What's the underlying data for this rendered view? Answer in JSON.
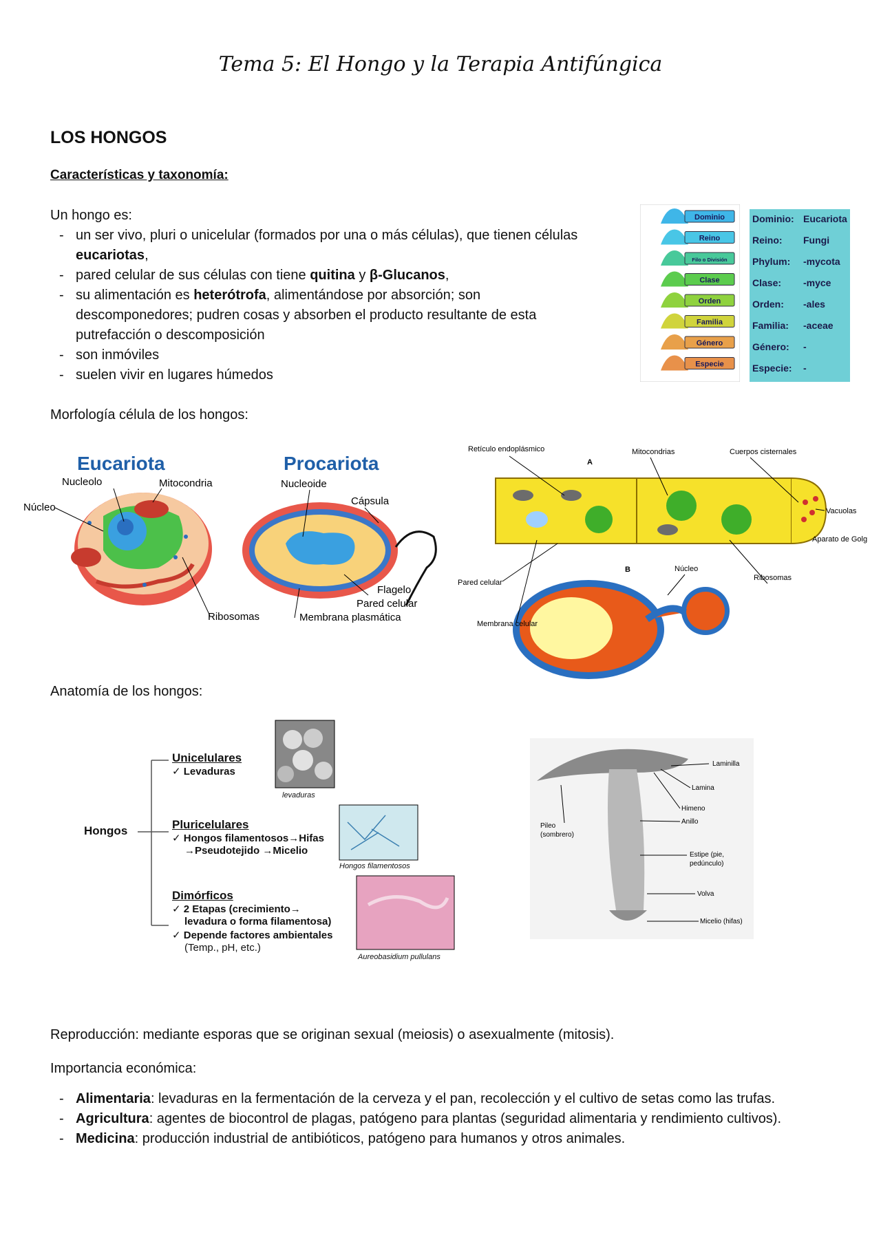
{
  "title": "Tema 5: El Hongo y la Terapia Antifúngica",
  "section_heading": "LOS HONGOS",
  "subheading": "Características y taxonomía:",
  "intro": "Un hongo es:",
  "characteristics": [
    {
      "pre": "un ser vivo, pluri o unicelular (formados por una o más células), que tienen células ",
      "bold": "eucariotas",
      "post": ","
    },
    {
      "pre": "pared celular de sus células con tiene ",
      "bold": "quitina",
      "mid": " y ",
      "bold2": "β-Glucanos",
      "post": ","
    },
    {
      "pre": "su alimentación es ",
      "bold": "heterótrofa",
      "post": ", alimentándose por absorción; son descomponedores; pudren cosas y absorben el producto resultante de esta putrefacción o descomposición"
    },
    {
      "pre": "son inmóviles",
      "bold": "",
      "post": ""
    },
    {
      "pre": "suelen vivir en lugares húmedos",
      "bold": "",
      "post": ""
    }
  ],
  "taxonomy_levels": [
    "Dominio",
    "Reino",
    "Filo o División",
    "Clase",
    "Orden",
    "Familia",
    "Género",
    "Especie"
  ],
  "taxonomy_table": [
    {
      "rank": "Dominio:",
      "value": "Eucariota"
    },
    {
      "rank": "Reino:",
      "value": "Fungi"
    },
    {
      "rank": "Phylum:",
      "value": "-mycota"
    },
    {
      "rank": "Clase:",
      "value": "-myce"
    },
    {
      "rank": "Orden:",
      "value": "-ales"
    },
    {
      "rank": "Familia:",
      "value": "-aceae"
    },
    {
      "rank": "Género:",
      "value": "-"
    },
    {
      "rank": "Especie:",
      "value": "-"
    }
  ],
  "morphology_heading": "Morfología célula de los hongos:",
  "cell_diagram": {
    "eukaryote_title": "Eucariota",
    "prokaryote_title": "Procariota",
    "labels": {
      "nucleolo": "Nucleolo",
      "mitocondria": "Mitocondria",
      "nucleo": "Núcleo",
      "ribosomas": "Ribosomas",
      "nucleoide": "Nucleoide",
      "capsula": "Cápsula",
      "flagelo": "Flagelo",
      "pared_celular": "Pared celular",
      "membrana_plasmatica": "Membrana plasmática"
    }
  },
  "fungal_cell_diagram": {
    "label_a": "A",
    "label_b": "B",
    "labels": {
      "reticulo": "Retículo endoplásmico",
      "mitocondrias": "Mitocondrias",
      "cuerpos": "Cuerpos cisternales",
      "vacuolas": "Vacuolas",
      "golgi": "Aparato de Golgi",
      "pared": "Pared celular",
      "nucleo": "Núcleo",
      "ribosomas": "Ribosomas",
      "membrana": "Membrana celular"
    }
  },
  "anatomy_heading": "Anatomía de los hongos:",
  "anatomy_tree": {
    "root": "Hongos",
    "unicelulares": {
      "title": "Unicelulares",
      "items": [
        "Levaduras"
      ],
      "caption": "levaduras"
    },
    "pluricelulares": {
      "title": "Pluricelulares",
      "line1": "Hongos filamentosos→Hifas",
      "line2": "→Pseudotejido →Micelio",
      "caption": "Hongos filamentosos"
    },
    "dimorficos": {
      "title": "Dimórficos",
      "line1": "2 Etapas (crecimiento→",
      "line2": "levadura o forma filamentosa)",
      "line3": "Depende factores ambientales",
      "line4": "(Temp., pH, etc.)",
      "caption": "Aureobasidium pullulans"
    }
  },
  "mushroom_labels": {
    "laminilla": "Laminilla",
    "lamina": "Lamina",
    "himeno": "Himeno",
    "anillo": "Anillo",
    "pileo": "Pileo",
    "sombrero": "(sombrero)",
    "estipe": "Estipe (pie,",
    "estipe2": "pedúnculo)",
    "volva": "Volva",
    "micelio": "Micelio (hifas)"
  },
  "reproduction": "Reproducción: mediante esporas que se originan sexual (meiosis) o asexualmente (mitosis).",
  "economic_heading": "Importancia económica:",
  "economic": [
    {
      "bold": "Alimentaria",
      "text": ": levaduras en la fermentación de la cerveza y el pan, recolección y el cultivo de setas como las trufas."
    },
    {
      "bold": "Agricultura",
      "text": ": agentes de biocontrol de plagas, patógeno para plantas (seguridad alimentaria y rendimiento cultivos)."
    },
    {
      "bold": "Medicina",
      "text": ": producción industrial de antibióticos, patógeno para humanos y otros animales."
    }
  ],
  "colors": {
    "taxonomy_table_bg": "#6fcfd6",
    "eukaryote_title": "#1f5fa8",
    "prokaryote_title": "#1f5fa8",
    "fungal_cell_fill": "#f6e12a"
  }
}
